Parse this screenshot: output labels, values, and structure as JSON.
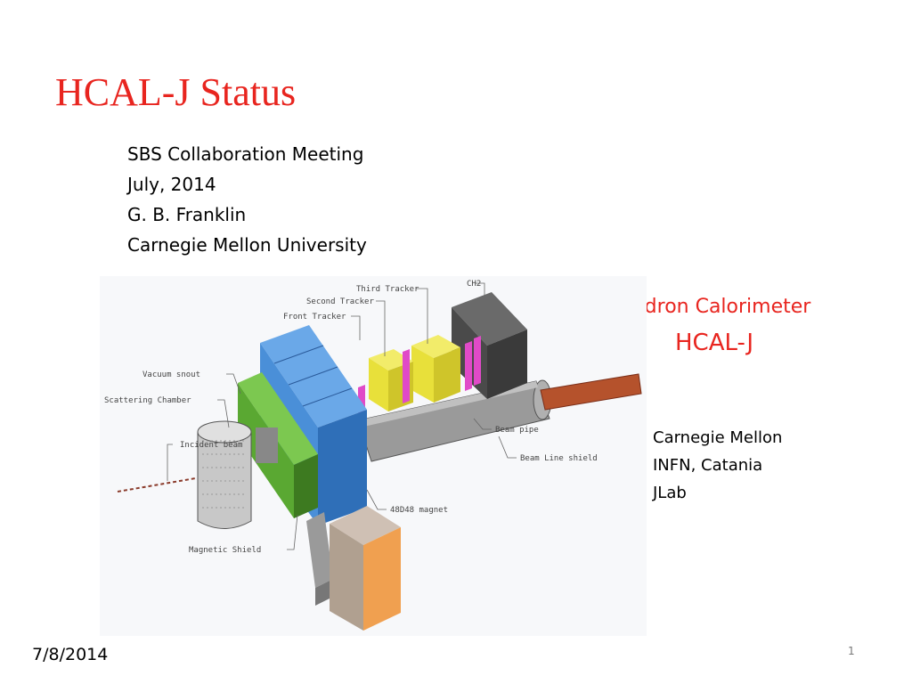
{
  "slide": {
    "title": "HCAL-J Status",
    "info_lines": [
      "SBS Collaboration Meeting",
      "July, 2014",
      "G. B. Franklin",
      "Carnegie Mellon University"
    ],
    "hcal_label": {
      "line1": "Hadron Calorimeter",
      "line2": "HCAL-J"
    },
    "institutions": [
      "Carnegie Mellon",
      "INFN, Catania",
      "JLab"
    ],
    "date": "7/8/2014",
    "page_number": "1"
  },
  "diagram": {
    "labels": {
      "third_tracker": "Third Tracker",
      "ch2": "CH2",
      "second_tracker": "Second Tracker",
      "front_tracker": "Front Tracker",
      "vacuum_snout": "Vacuum snout",
      "scattering_chamber": "Scattering Chamber",
      "incident_beam": "Incident beam",
      "beam_pipe": "Beam pipe",
      "beam_line_shield": "Beam Line shield",
      "magnet": "48D48 magnet",
      "magnetic_shield": "Magnetic Shield"
    }
  },
  "colors": {
    "title": "#e8251f",
    "hcal_label": "#e8251f",
    "arrow": "#4a7ab8",
    "magnet_blue": "#4a8fd8",
    "shield_green": "#5aa832",
    "tracker_yellow": "#e8e03a",
    "tracker_magenta": "#e04ac8",
    "hcal_dark": "#4a4a4a",
    "beam_pipe": "#b5522c"
  }
}
